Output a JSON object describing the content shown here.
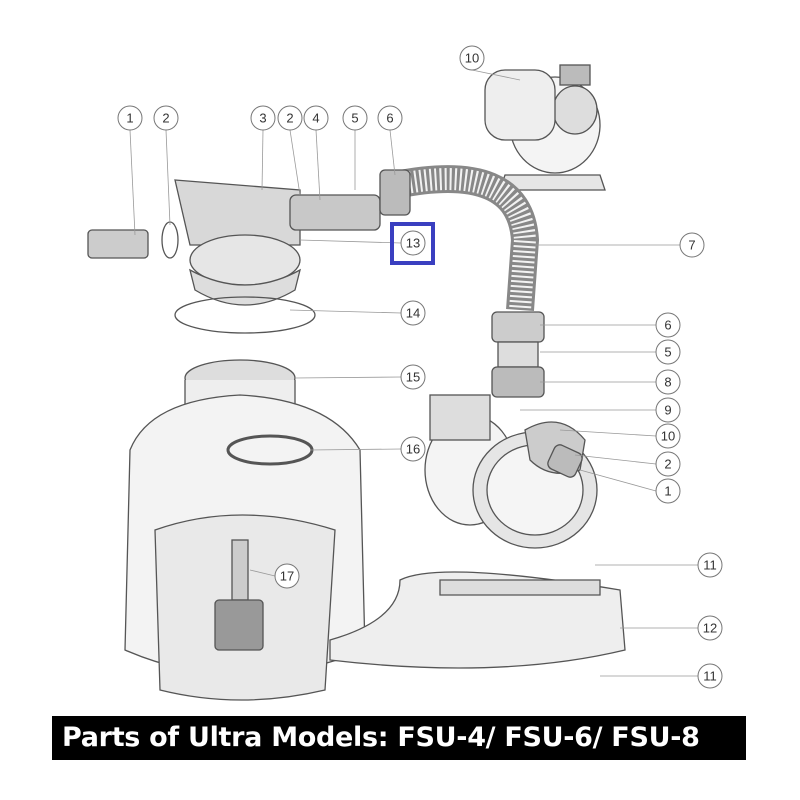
{
  "caption": "Parts of Ultra Models: FSU-4/ FSU-6/ FSU-8",
  "highlight_color": "#3a3fc0",
  "highlighted_part": "13",
  "callouts": [
    "10",
    "1",
    "2",
    "3",
    "2",
    "4",
    "5",
    "6",
    "13",
    "7",
    "14",
    "6",
    "5",
    "15",
    "8",
    "9",
    "10",
    "16",
    "2",
    "1",
    "11",
    "17",
    "12",
    "11"
  ]
}
